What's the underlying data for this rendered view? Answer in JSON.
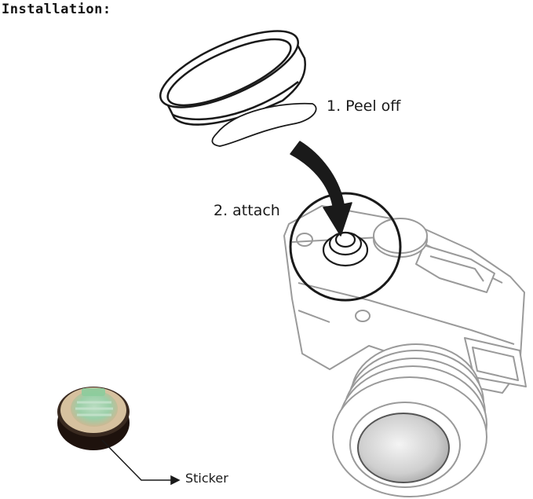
{
  "title": "Installation:",
  "steps": [
    {
      "label": "1. Peel off"
    },
    {
      "label": "2. attach"
    }
  ],
  "callouts": {
    "sticker": "Sticker"
  },
  "colors": {
    "line": "#1a1a1a",
    "line_light": "#9a9a9a",
    "button_green": "#86c7a0",
    "button_tan": "#d7c0a0",
    "button_dark": "#2a1a14"
  }
}
